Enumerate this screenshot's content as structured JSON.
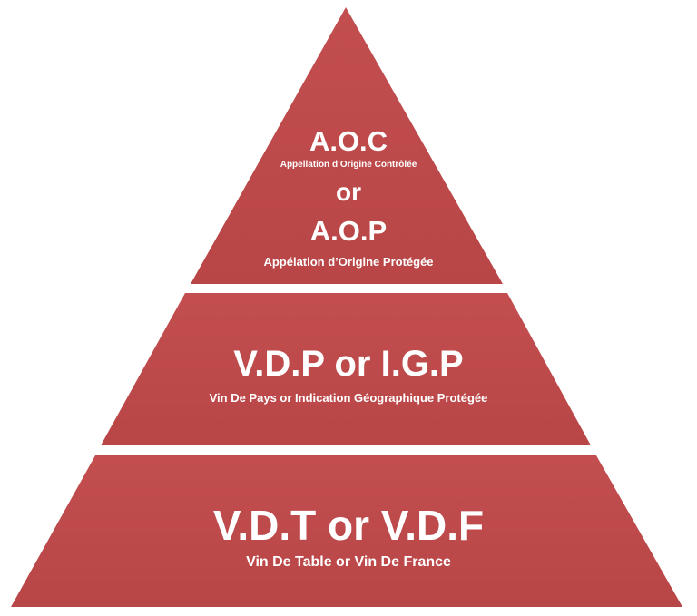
{
  "colors": {
    "tier_fill": "#bf4b4c",
    "tier_shade": "#a93c3d",
    "text": "#ffffff",
    "background": "#ffffff"
  },
  "tiers": {
    "top": {
      "line1_abbr": "A.O.C",
      "line1_full": "Appellation d’Origine Contrôlée",
      "connector": "or",
      "line2_abbr": "A.O.P",
      "line2_full": "Appélation d’Origine Protégée"
    },
    "middle": {
      "abbr": "V.D.P or I.G.P",
      "full": "Vin De Pays or Indication Géographique Protégée"
    },
    "bottom": {
      "abbr": "V.D.T or V.D.F",
      "full": "Vin De Table or Vin De France"
    }
  }
}
